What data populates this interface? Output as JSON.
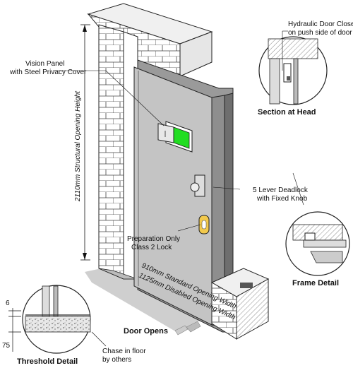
{
  "callouts": {
    "hydraulic_closer": [
      "Hydraulic Door Closer",
      "on push side of door"
    ],
    "vision_panel": [
      "Vision Panel",
      "with Steel Privacy Cover"
    ],
    "deadlock": [
      "5 Lever Deadlock",
      "with Fixed Knob"
    ],
    "preparation": [
      "Preparation Only",
      "Class 2 Lock"
    ],
    "chase": [
      "Chase in floor",
      "by others"
    ]
  },
  "details": {
    "section_head": "Section at Head",
    "frame_detail": "Frame Detail",
    "threshold_detail": "Threshold Detail"
  },
  "dimensions": {
    "height": "2110mm Structural Opening Height",
    "standard_width": "910mm Standard Opening Width",
    "disabled_width": "1125mm Disabled Opening Width",
    "threshold_top": "6",
    "threshold_bottom": "75"
  },
  "door_opens": "Door Opens",
  "colors": {
    "vision_glass": "#22dd22",
    "lock_plate": "#f2c94c",
    "door_face": "#c4c4c4",
    "floor": "#c8c8c8"
  }
}
